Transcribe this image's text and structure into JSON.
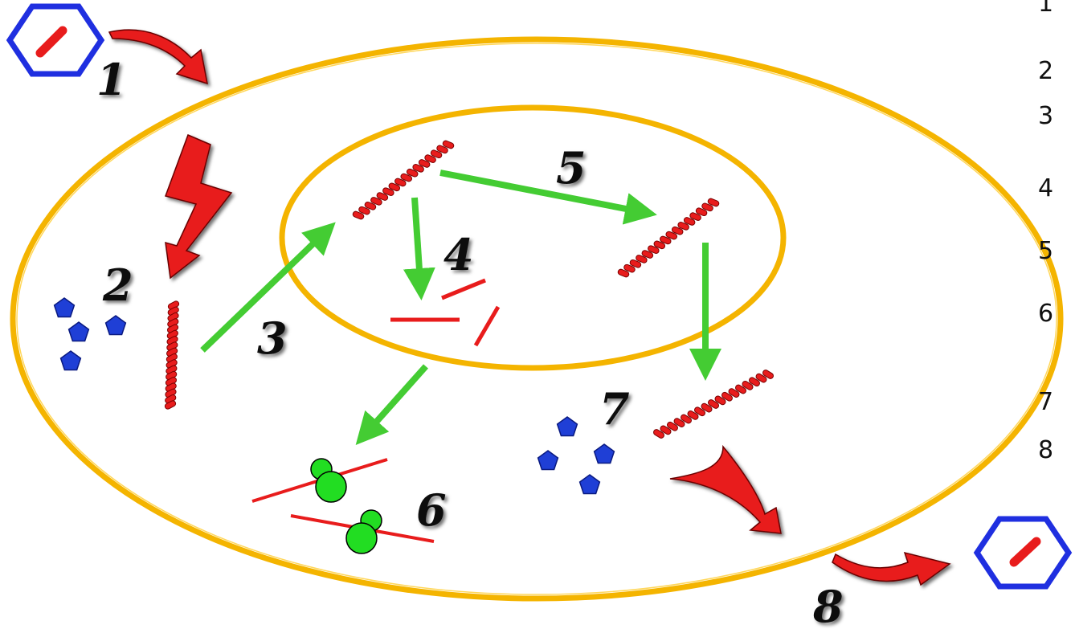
{
  "steps": {
    "s1": "1",
    "s2": "2",
    "s3": "3",
    "s4": "4",
    "s5": "5",
    "s6": "6",
    "s7": "7",
    "s8": "8"
  },
  "side_numbers": [
    "1",
    "2",
    "3",
    "4",
    "5",
    "6",
    "7",
    "8"
  ],
  "colors": {
    "membrane": "#f4b400",
    "rna": "#e81c1c",
    "protein": "#1f3fd6",
    "process_arrow": "#44cc33",
    "transport_arrow": "#e81c1c",
    "ribosome": "#22dd22",
    "capsid": "#1f2fe0"
  }
}
